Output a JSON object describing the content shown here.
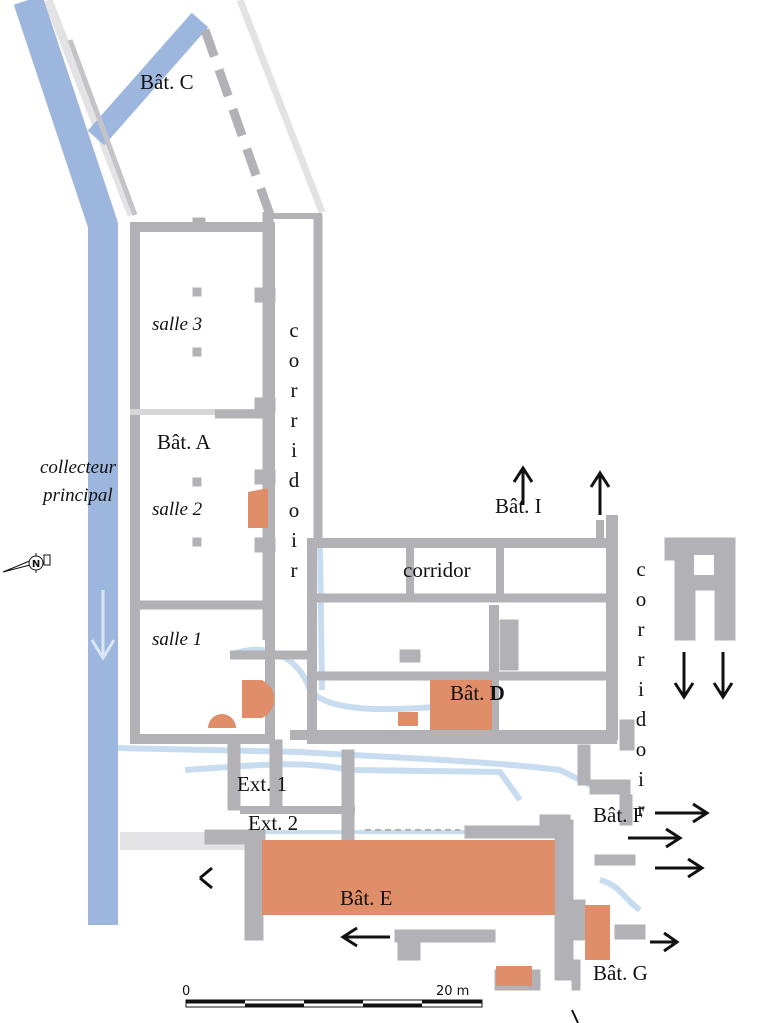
{
  "labels": {
    "bat_c": "Bât. C",
    "salle_3": "salle 3",
    "bat_a": "Bât. A",
    "collecteur_1": "collecteur",
    "collecteur_2": "principal",
    "salle_2": "salle 2",
    "salle_1": "salle 1",
    "corridoir_left": "corridoir",
    "corridor": "corridor",
    "bat_i": "Bât. I",
    "bat_d_prefix": "Bât. ",
    "bat_d_letter": "D",
    "corridoir_right": "corridoir",
    "ext_1": "Ext. 1",
    "ext_2": "Ext. 2",
    "bat_f": "Bât. F",
    "bat_e": "Bât. E",
    "bat_g": "Bât. G"
  },
  "scale_bar": {
    "start": "0",
    "end": "20 m"
  },
  "north_arrow": {
    "label": "N"
  },
  "colors": {
    "collector": "#9db6de",
    "channel": "#c8dcf0",
    "wall": "#b1b1b6",
    "excavated": "#e08d69",
    "trace": "#e3e3e5"
  }
}
